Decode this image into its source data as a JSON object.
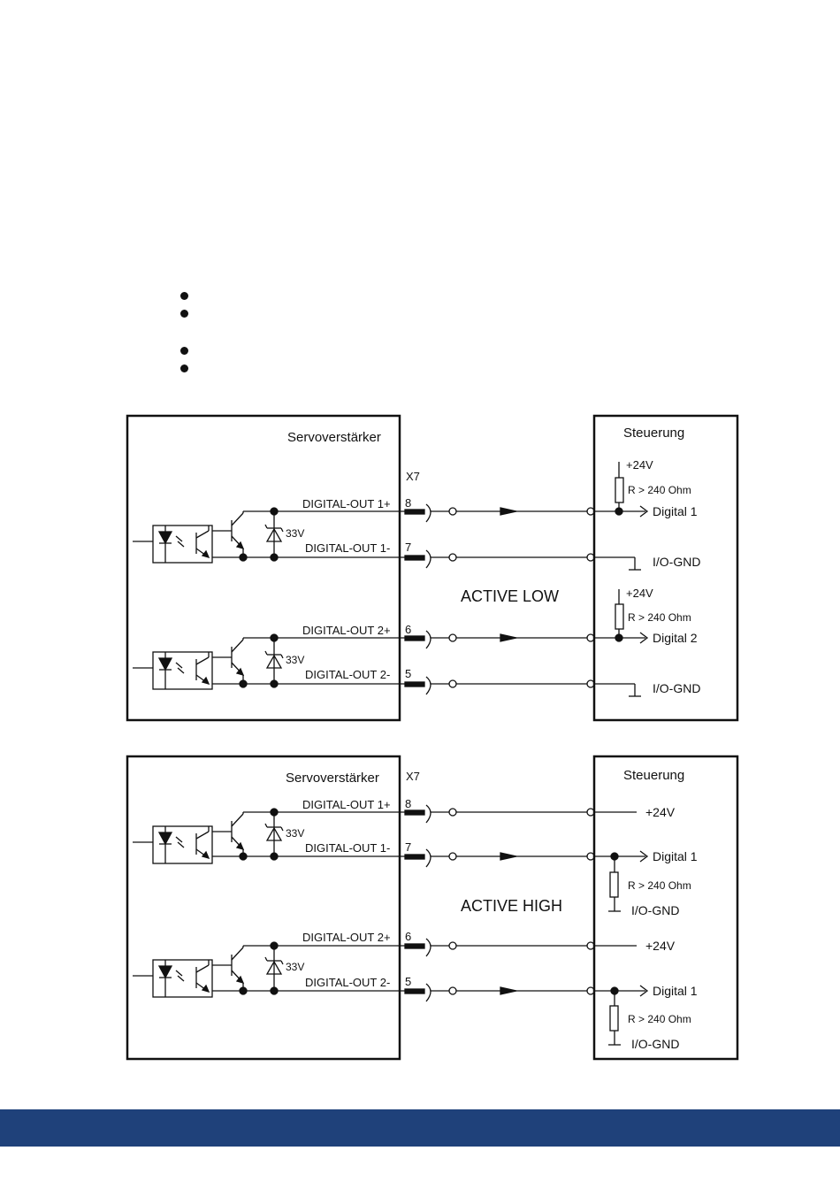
{
  "colors": {
    "footer": "#1f417a",
    "line": "#111111",
    "background": "#ffffff"
  },
  "bullet_count": 4,
  "diagrams": [
    {
      "mode_label": "ACTIVE LOW",
      "amp_title": "Servoverstärker",
      "ctrl_title": "Steuerung",
      "connector": "X7",
      "zener": "33V",
      "outputs": [
        {
          "plus_label": "DIGITAL-OUT 1+",
          "plus_pin": "8",
          "minus_label": "DIGITAL-OUT 1-",
          "minus_pin": "7",
          "supply": "+24V",
          "resistor": "R > 240 Ohm",
          "input": "Digital 1",
          "gnd": "I/O-GND"
        },
        {
          "plus_label": "DIGITAL-OUT 2+",
          "plus_pin": "6",
          "minus_label": "DIGITAL-OUT 2-",
          "minus_pin": "5",
          "supply": "+24V",
          "resistor": "R > 240 Ohm",
          "input": "Digital 2",
          "gnd": "I/O-GND"
        }
      ]
    },
    {
      "mode_label": "ACTIVE HIGH",
      "amp_title": "Servoverstärker",
      "ctrl_title": "Steuerung",
      "connector": "X7",
      "zener": "33V",
      "outputs": [
        {
          "plus_label": "DIGITAL-OUT 1+",
          "plus_pin": "8",
          "minus_label": "DIGITAL-OUT 1-",
          "minus_pin": "7",
          "supply": "+24V",
          "resistor": "R > 240 Ohm",
          "input": "Digital 1",
          "gnd": "I/O-GND"
        },
        {
          "plus_label": "DIGITAL-OUT 2+",
          "plus_pin": "6",
          "minus_label": "DIGITAL-OUT 2-",
          "minus_pin": "5",
          "supply": "+24V",
          "resistor": "R > 240 Ohm",
          "input": "Digital 1",
          "gnd": "I/O-GND"
        }
      ]
    }
  ]
}
